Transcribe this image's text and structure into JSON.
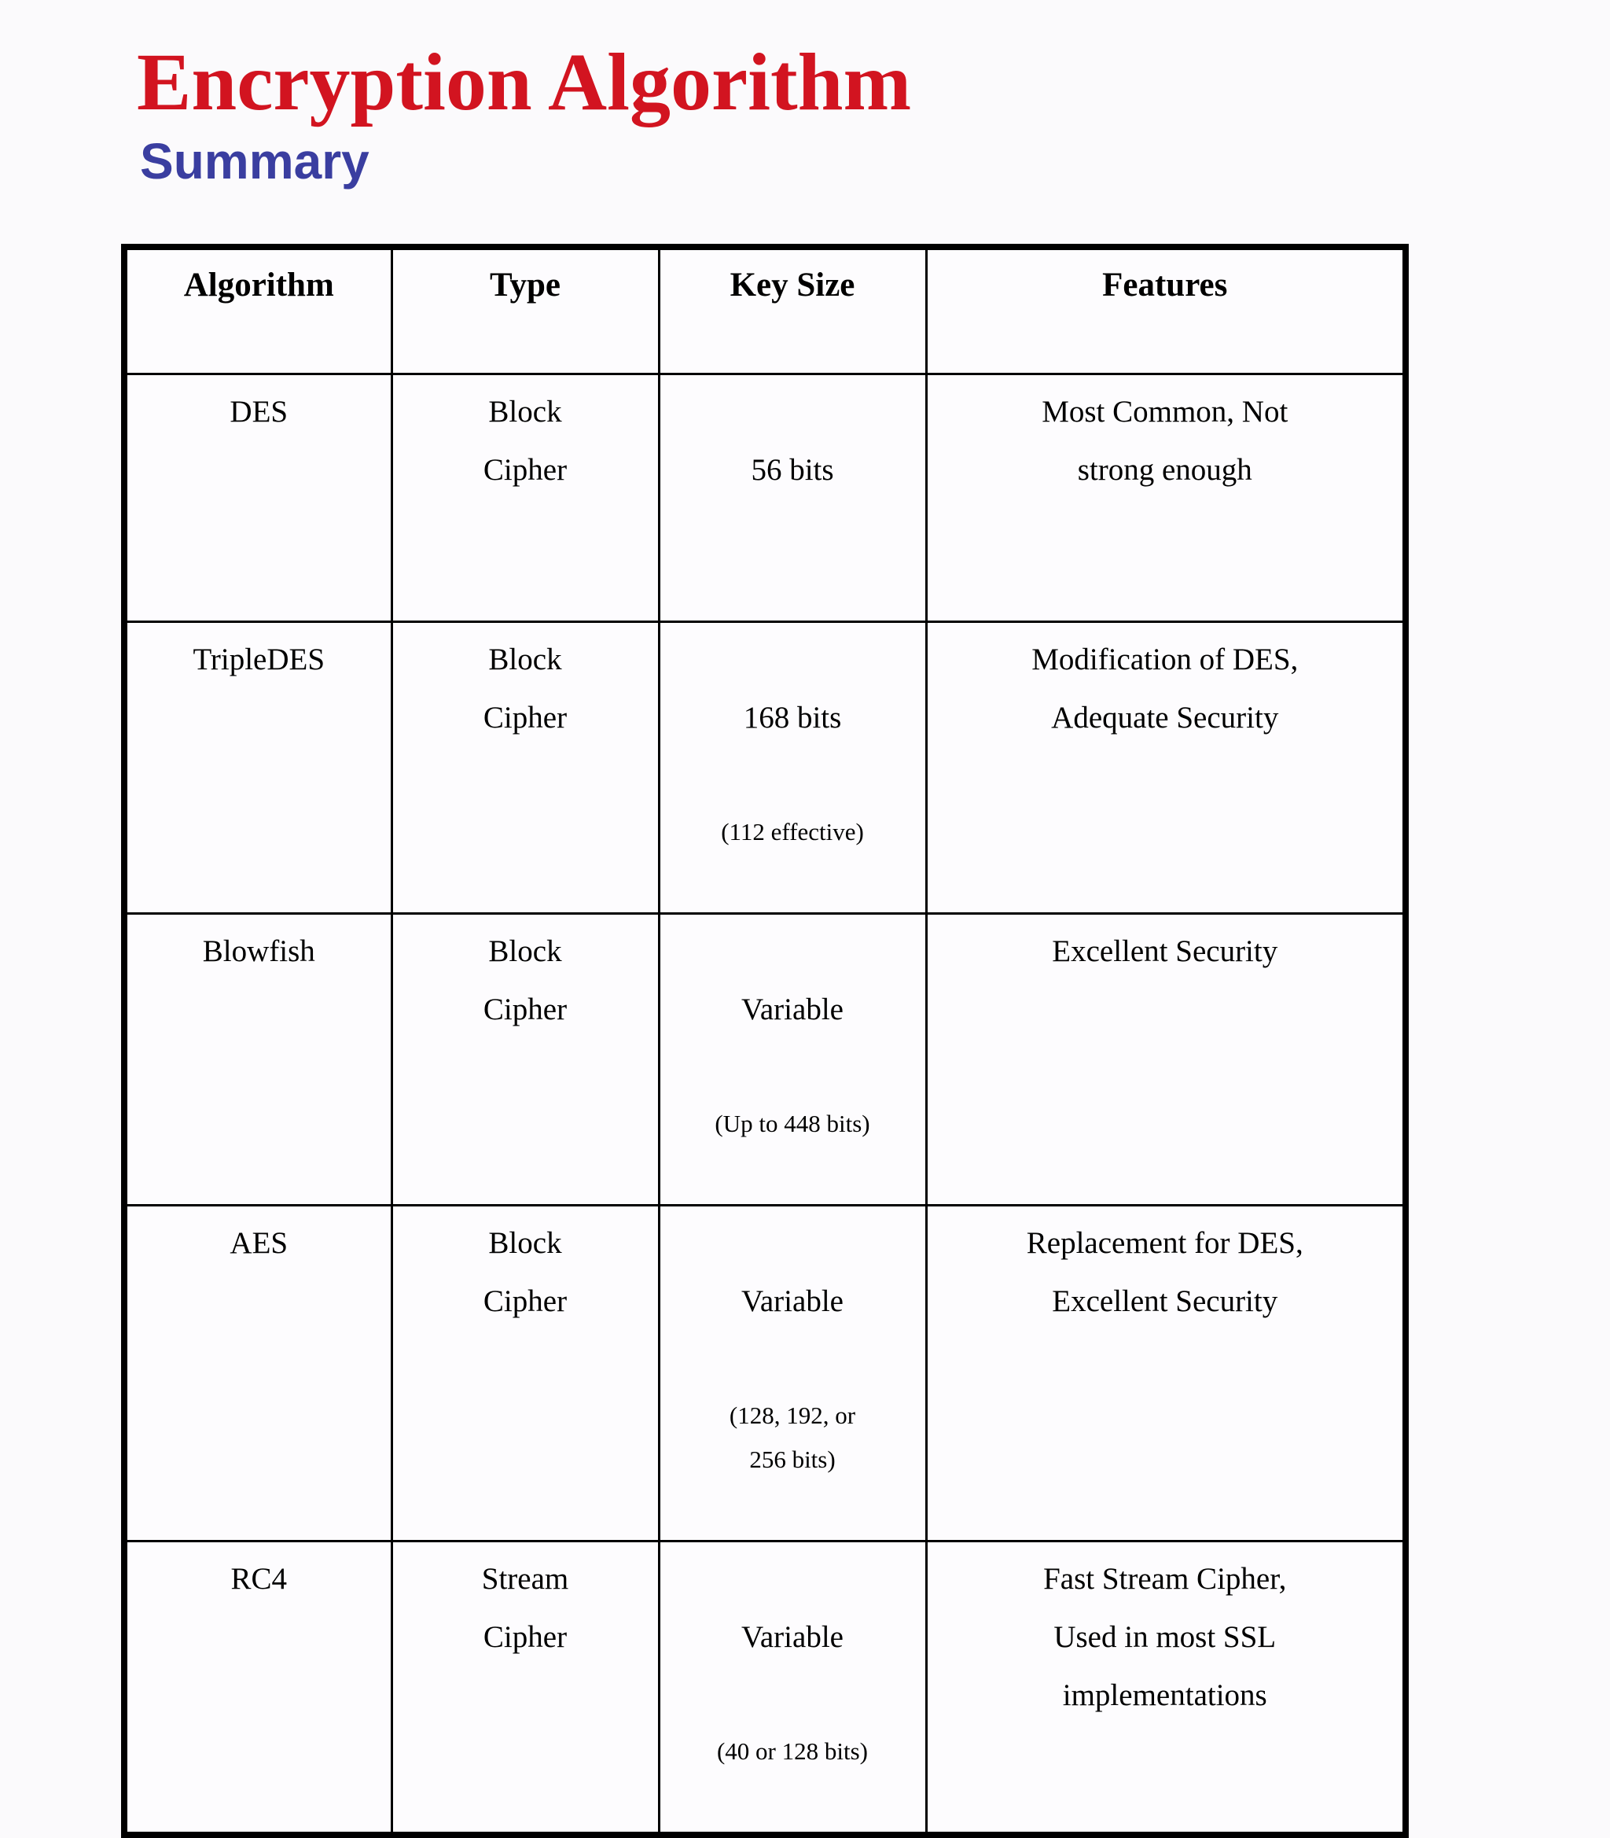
{
  "slide": {
    "title": "Encryption Algorithm",
    "subtitle": "Summary"
  },
  "colors": {
    "title_red": "#D21420",
    "subtitle_blue": "#3A3EA0",
    "table_border": "#000000",
    "table_text": "#000000",
    "background": "#FBFAFC"
  },
  "table": {
    "headers": [
      "Algorithm",
      "Type",
      "Key Size",
      "Features"
    ],
    "rows": [
      {
        "algorithm": "DES",
        "type": "Block\nCipher",
        "key_size": "56 bits",
        "key_size_note": "",
        "features": "Most Common, Not\nstrong enough"
      },
      {
        "algorithm": "TripleDES",
        "type": "Block\nCipher",
        "key_size": "168 bits",
        "key_size_note": "(112 effective)",
        "features": "Modification of DES,\nAdequate Security"
      },
      {
        "algorithm": "Blowfish",
        "type": "Block\nCipher",
        "key_size": "Variable",
        "key_size_note": "(Up to 448 bits)",
        "features": "Excellent Security"
      },
      {
        "algorithm": "AES",
        "type": "Block\nCipher",
        "key_size": "Variable",
        "key_size_note": "(128, 192, or\n256 bits)",
        "features": "Replacement for DES,\nExcellent Security"
      },
      {
        "algorithm": "RC4",
        "type": "Stream\nCipher",
        "key_size": "Variable",
        "key_size_note": "(40 or 128 bits)",
        "features": "Fast Stream Cipher,\nUsed in most SSL\nimplementations"
      }
    ]
  }
}
